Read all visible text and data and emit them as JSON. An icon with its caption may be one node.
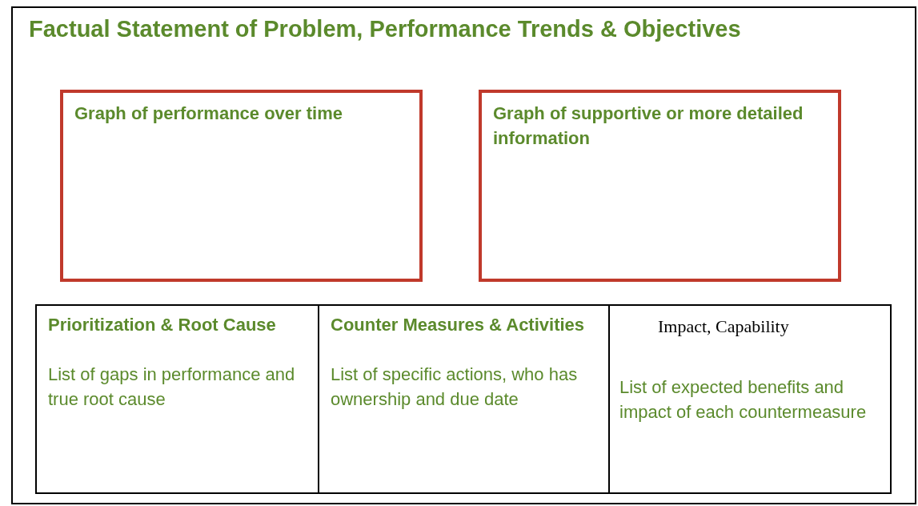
{
  "diagram": {
    "nodes": [
      {
        "text": [
          "Factual Statement of Problem, Performance Trends & Objectives"
        ]
      },
      {
        "text": [
          "Graph of performance over time"
        ],
        "in": 0
      },
      {
        "text": [
          "Graph of supportive or more detailed information"
        ],
        "in": 0
      },
      {
        "text": [
          "Prioritization & Root Cause",
          "List of gaps in performance and true root cause"
        ],
        "in": 0
      },
      {
        "text": [
          "Counter Measures & Activities",
          "List of specific actions, who has ownership and due date"
        ],
        "in": 0
      },
      {
        "text": [
          "Impact, Capability",
          "List of expected benefits and impact of each countermeasure"
        ],
        "in": 0
      }
    ]
  }
}
